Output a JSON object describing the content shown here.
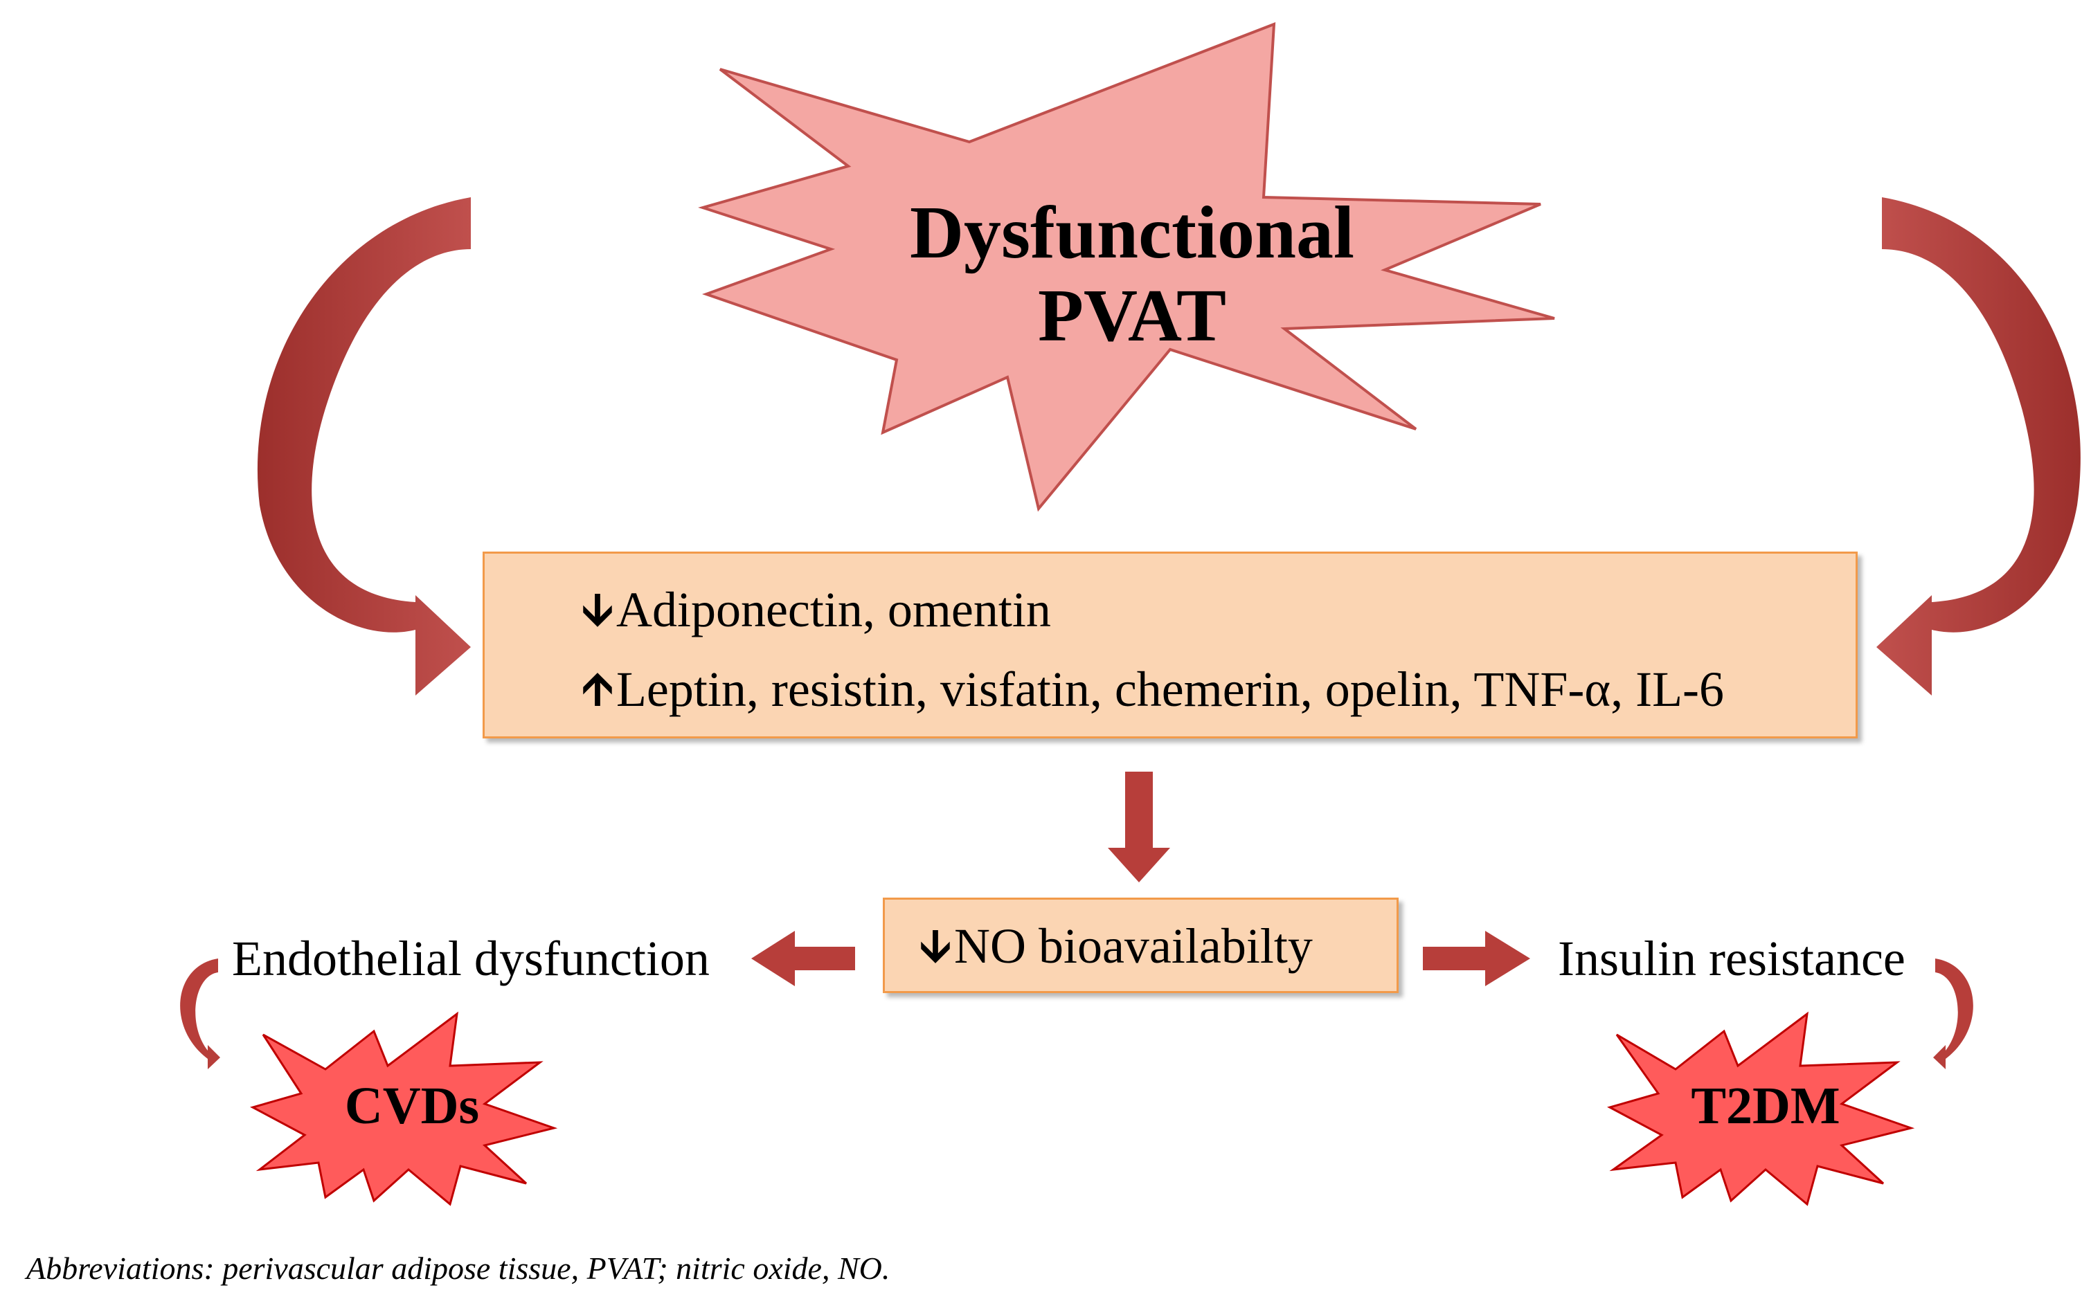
{
  "title": {
    "line1": "Dysfunctional",
    "line2": "PVAT"
  },
  "adipokine_box": {
    "decrease_symbol": "🡫",
    "decrease_text": "Adiponectin, omentin",
    "increase_symbol": "🡩",
    "increase_text": "Leptin, resistin, visfatin, chemerin, opelin, TNF-α, IL-6"
  },
  "no_box": {
    "symbol": "🡫",
    "text": "NO bioavailabilty"
  },
  "left_outcome": "Endothelial dysfunction",
  "right_outcome": "Insulin resistance",
  "left_disease": "CVDs",
  "right_disease": "T2DM",
  "footnote": "Abbreviations: perivascular adipose tissue, PVAT; nitric oxide, NO.",
  "colors": {
    "big_star_fill": "#f4a7a3",
    "big_star_stroke": "#c0504d",
    "small_star_fill": "#ff5b5b",
    "small_star_stroke": "#c00000",
    "arrow": "#b73e3a",
    "box_fill": "#fbd5b3",
    "box_border": "#f29a4a"
  }
}
